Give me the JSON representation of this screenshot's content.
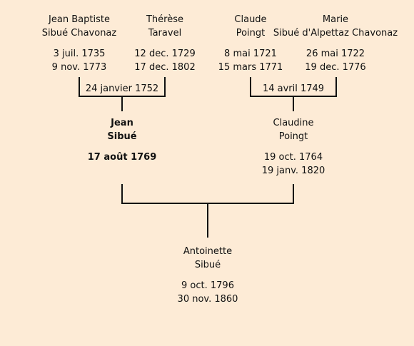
{
  "persons": {
    "p1": {
      "name1": "Jean Baptiste",
      "name2": "Sibué Chavonaz",
      "birth": "3 juil. 1735",
      "death": "9 nov. 1773"
    },
    "p2": {
      "name1": "Thérèse",
      "name2": "Taravel",
      "birth": "12 dec. 1729",
      "death": "17 dec. 1802"
    },
    "p3": {
      "name1": "Claude",
      "name2": "Poingt",
      "birth": "8 mai 1721",
      "death": "15 mars 1771"
    },
    "p4": {
      "name1": "Marie",
      "name2": "Sibué d'Alpettaz Chavonaz",
      "birth": "26 mai 1722",
      "death": "19 dec. 1776"
    },
    "p5": {
      "name1": "Jean",
      "name2": "Sibué",
      "birth": "17 août 1769"
    },
    "p6": {
      "name1": "Claudine",
      "name2": "Poingt",
      "birth": "19 oct. 1764",
      "death": "19 janv. 1820"
    },
    "p7": {
      "name1": "Antoinette",
      "name2": "Sibué",
      "birth": "9 oct. 1796",
      "death": "30 nov. 1860"
    }
  },
  "marriages": {
    "m1": "24 janvier 1752",
    "m2": "14 avril 1749"
  }
}
